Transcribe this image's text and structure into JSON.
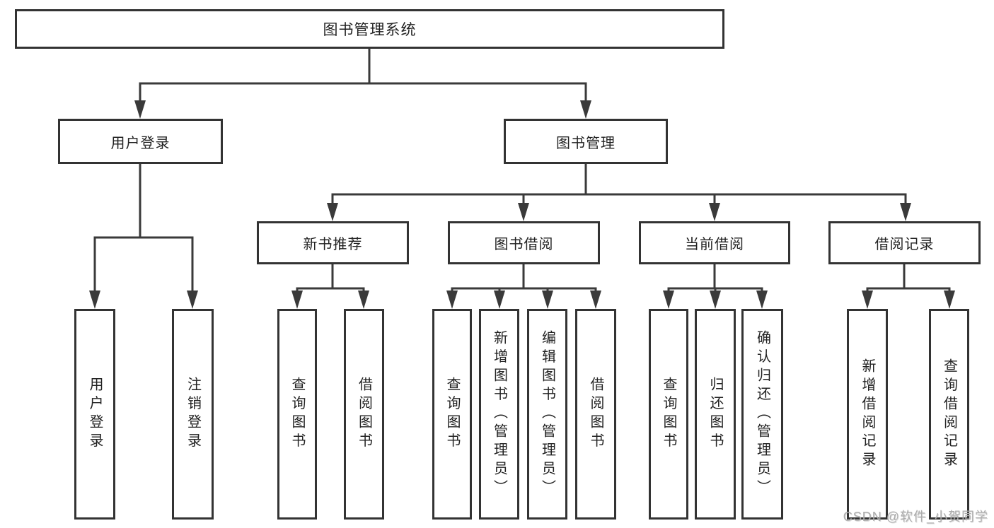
{
  "tree": {
    "label": "图书管理系统",
    "children": [
      {
        "label": "用户登录",
        "children": [
          {
            "label": "用户登录"
          },
          {
            "label": "注销登录"
          }
        ]
      },
      {
        "label": "图书管理",
        "children": [
          {
            "label": "新书推荐",
            "children": [
              {
                "label": "查询图书"
              },
              {
                "label": "借阅图书"
              }
            ]
          },
          {
            "label": "图书借阅",
            "children": [
              {
                "label": "查询图书"
              },
              {
                "label": "新增图书（管理员）"
              },
              {
                "label": "编辑图书（管理员）"
              },
              {
                "label": "借阅图书"
              }
            ]
          },
          {
            "label": "当前借阅",
            "children": [
              {
                "label": "查询图书"
              },
              {
                "label": "归还图书"
              },
              {
                "label": "确认归还（管理员）"
              }
            ]
          },
          {
            "label": "借阅记录",
            "children": [
              {
                "label": "新增借阅记录"
              },
              {
                "label": "查询借阅记录"
              }
            ]
          }
        ]
      }
    ]
  },
  "watermark": {
    "text": "CSDN @软件_小贺同学"
  },
  "colors": {
    "line": "#3a3a3a",
    "border": "#333333",
    "text": "#222222",
    "watermark": "#adadad",
    "background": "#ffffff"
  }
}
